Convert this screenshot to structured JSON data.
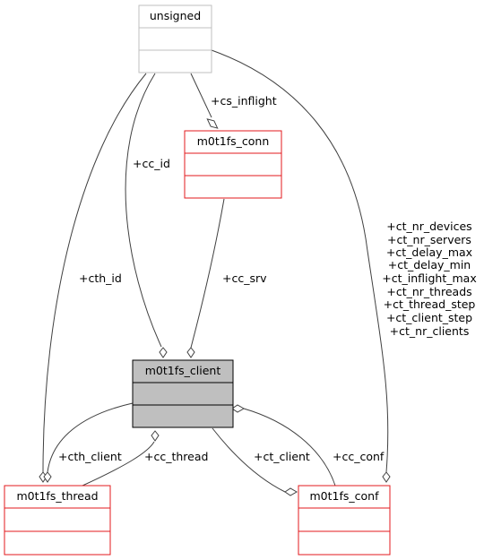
{
  "colors": {
    "edge": "#404040",
    "node_gray_border": "#bfbfbf",
    "node_red_border": "#e31a1c",
    "focus_fill": "#bfbfbf",
    "background": "#ffffff"
  },
  "nodes": {
    "unsigned": {
      "name": "unsigned",
      "border_color": "#bfbfbf"
    },
    "conn": {
      "name": "m0t1fs_conn",
      "border_color": "#e31a1c"
    },
    "client": {
      "name": "m0t1fs_client",
      "border_color": "#000000",
      "fill_color": "#bfbfbf"
    },
    "thread": {
      "name": "m0t1fs_thread",
      "border_color": "#e31a1c"
    },
    "conf": {
      "name": "m0t1fs_conf",
      "border_color": "#e31a1c"
    }
  },
  "edge_labels": {
    "cs_inflight": "+cs_inflight",
    "cc_id": "+cc_id",
    "cth_id": "+cth_id",
    "cc_srv": "+cc_srv",
    "cth_client": "+cth_client",
    "cc_thread": "+cc_thread",
    "ct_client": "+ct_client",
    "cc_conf": "+cc_conf",
    "conf_from_unsigned": [
      "+ct_nr_devices",
      "+ct_nr_servers",
      "+ct_delay_max",
      "+ct_delay_min",
      "+ct_inflight_max",
      "+ct_nr_threads",
      "+ct_thread_step",
      "+ct_client_step",
      "+ct_nr_clients"
    ]
  }
}
